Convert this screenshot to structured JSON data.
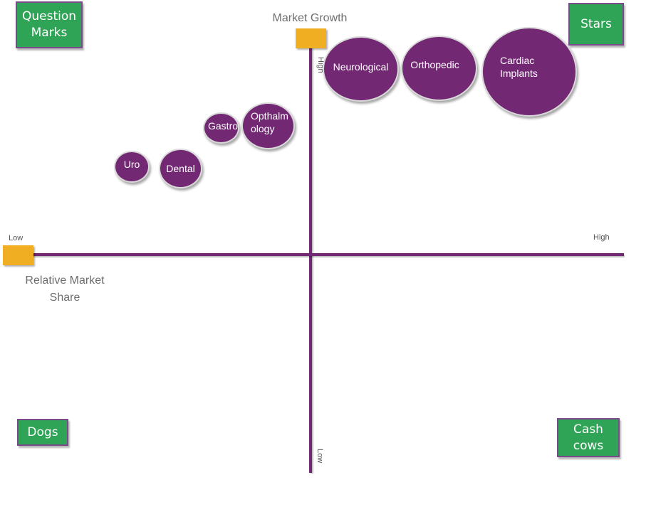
{
  "title": "BCG Matrix",
  "axes": {
    "y_title": "Market Growth",
    "y_high": "High",
    "y_low": "Low",
    "x_title": "Relative Market Share",
    "x_low": "Low",
    "x_high": "High"
  },
  "quadrants": {
    "top_left": "Question Marks",
    "top_right": "Stars",
    "bottom_left": "Dogs",
    "bottom_right": "Cash cows"
  },
  "colors": {
    "quadrant_box": "#2fa456",
    "bubble": "#722873",
    "axis": "#722873",
    "handle": "#f0ae22"
  },
  "bubbles": [
    {
      "label": "Uro",
      "quadrant": "Question Marks"
    },
    {
      "label": "Dental",
      "quadrant": "Question Marks"
    },
    {
      "label": "Gastro",
      "quadrant": "Question Marks"
    },
    {
      "label": "Opthalm ology",
      "quadrant": "Question Marks"
    },
    {
      "label": "Neurological",
      "quadrant": "Stars"
    },
    {
      "label": "Orthopedic",
      "quadrant": "Stars"
    },
    {
      "label": "Cardiac Implants",
      "quadrant": "Stars"
    }
  ]
}
